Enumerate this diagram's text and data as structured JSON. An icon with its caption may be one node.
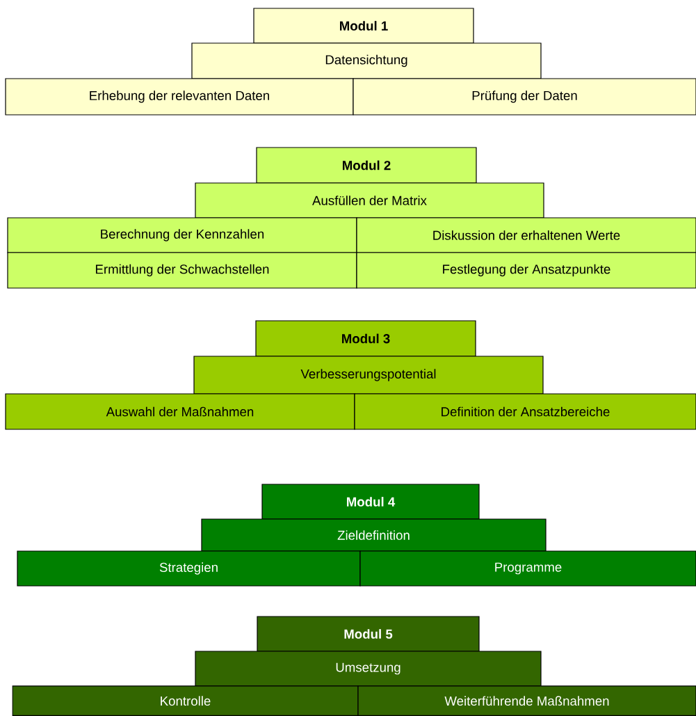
{
  "diagram": {
    "nodes": [
      {
        "text": [
          "Modul 1"
        ]
      },
      {
        "text": [
          "Datensichtung"
        ]
      },
      {
        "text": [
          "Erhebung der relevanten Daten"
        ]
      },
      {
        "text": [
          "Prüfung der Daten"
        ]
      },
      {
        "text": [
          "Modul 2"
        ]
      },
      {
        "text": [
          "Ausfüllen der Matrix"
        ]
      },
      {
        "text": [
          "Berechnung der Kennzahlen"
        ]
      },
      {
        "text": [
          "Diskussion der erhaltenen Werte"
        ]
      },
      {
        "text": [
          "Ermittlung der Schwachstellen"
        ]
      },
      {
        "text": [
          "Festlegung der Ansatzpunkte"
        ]
      },
      {
        "text": [
          "Modul 3"
        ]
      },
      {
        "text": [
          "Verbesserungspotential"
        ]
      },
      {
        "text": [
          "Auswahl der Maßnahmen"
        ]
      },
      {
        "text": [
          "Definition der Ansatzbereiche"
        ]
      },
      {
        "text": [
          "Modul 4"
        ]
      },
      {
        "text": [
          "Zieldefinition"
        ]
      },
      {
        "text": [
          "Strategien"
        ]
      },
      {
        "text": [
          "Programme"
        ]
      },
      {
        "text": [
          "Modul 5"
        ]
      },
      {
        "text": [
          "Umsetzung"
        ]
      },
      {
        "text": [
          "Kontrolle"
        ]
      },
      {
        "text": [
          "Weiterführende Maßnahmen"
        ]
      }
    ]
  }
}
